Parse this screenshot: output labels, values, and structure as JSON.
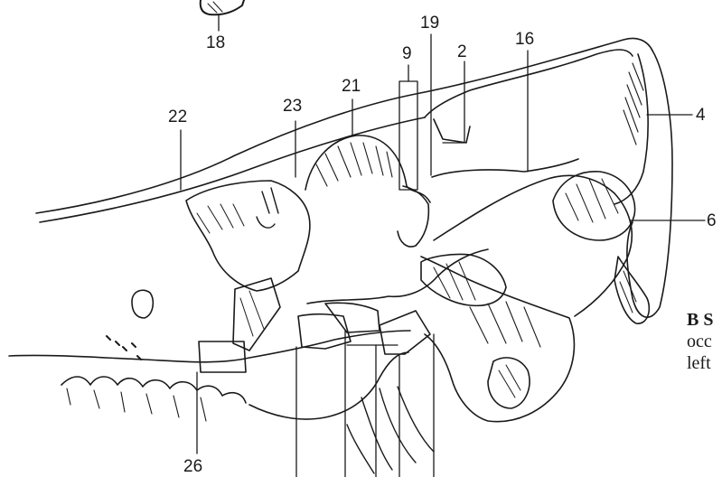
{
  "labels": {
    "l18": "18",
    "l19": "19",
    "l9": "9",
    "l2": "2",
    "l16": "16",
    "l21": "21",
    "l22": "22",
    "l23": "23",
    "l4": "4",
    "l6": "6",
    "l26": "26"
  },
  "caption": {
    "line1": "B S",
    "line2": "occ",
    "line3": "left"
  },
  "colors": {
    "ink": "#1a1a1a",
    "paper": "#ffffff"
  }
}
